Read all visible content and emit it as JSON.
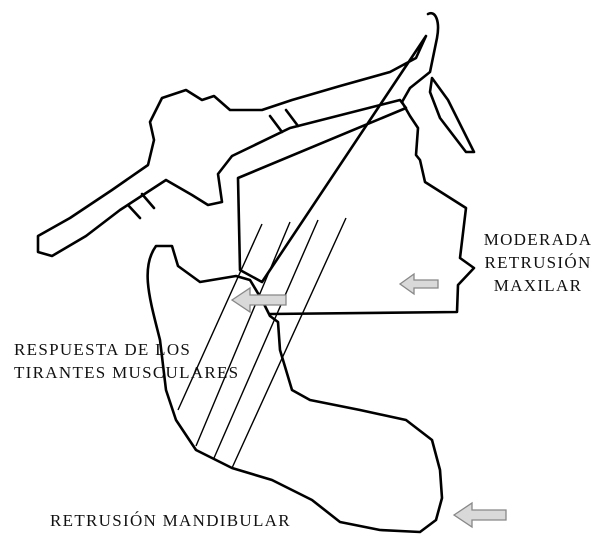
{
  "labels": {
    "maxilar_line1": "MODERADA",
    "maxilar_line2": "RETRUSIÓN",
    "maxilar_line3": "MAXILAR",
    "muscular_line1": "RESPUESTA DE LOS",
    "muscular_line2": "TIRANTES MUSCULARES",
    "mandibular": "RETRUSIÓN MANDIBULAR"
  },
  "colors": {
    "outline": "#000000",
    "arrow_fill": "#d9d9d9",
    "arrow_stroke": "#888888",
    "text": "#111111"
  }
}
